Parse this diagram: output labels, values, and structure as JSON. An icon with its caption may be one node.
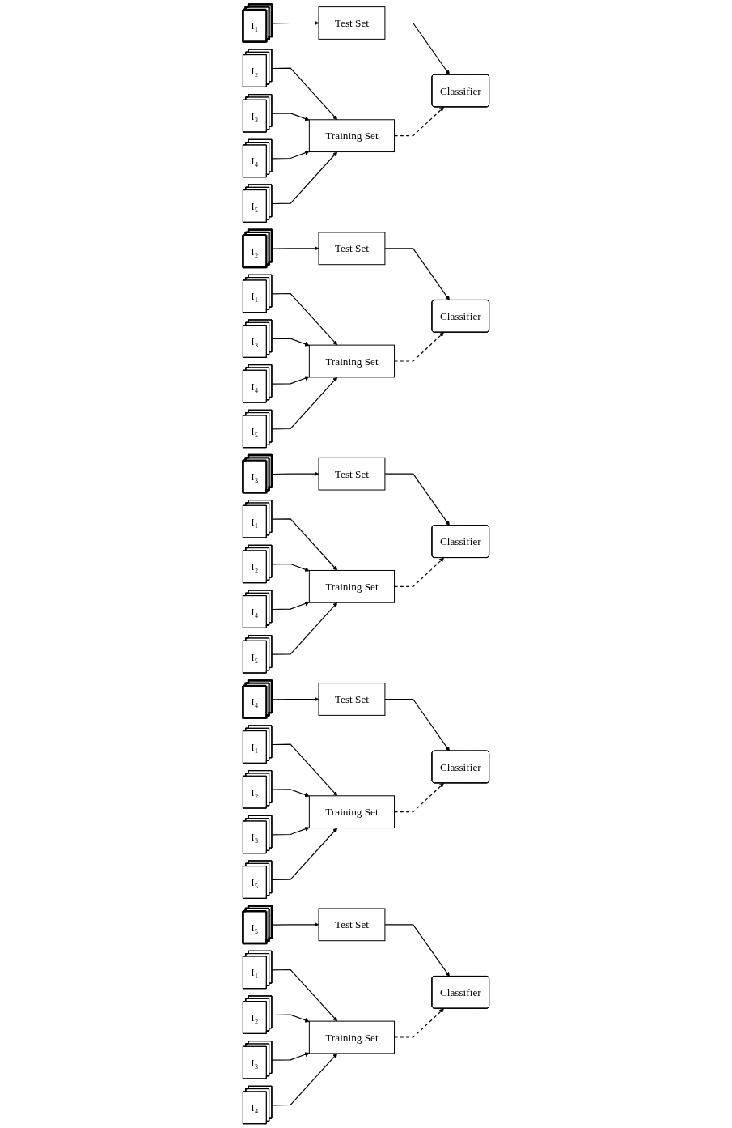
{
  "diagram": {
    "nodes": [
      {
        "text": [
          "I₁"
        ]
      },
      {
        "text": [
          "I₂"
        ]
      },
      {
        "text": [
          "I₃"
        ]
      },
      {
        "text": [
          "I₄"
        ]
      },
      {
        "text": [
          "I₅"
        ]
      },
      {
        "text": [
          "Test Set"
        ]
      },
      {
        "text": [
          "Training Set"
        ]
      },
      {
        "text": [
          "Classifier"
        ]
      },
      {
        "text": [
          "I₁"
        ]
      },
      {
        "text": [
          "I₂"
        ]
      },
      {
        "text": [
          "I₃"
        ]
      },
      {
        "text": [
          "I₄"
        ]
      },
      {
        "text": [
          "I₅"
        ]
      },
      {
        "text": [
          "Test Set"
        ]
      },
      {
        "text": [
          "Training Set"
        ]
      },
      {
        "text": [
          "Classifier"
        ]
      },
      {
        "text": [
          "I₁"
        ]
      },
      {
        "text": [
          "I₂"
        ]
      },
      {
        "text": [
          "I₃"
        ]
      },
      {
        "text": [
          "I₄"
        ]
      },
      {
        "text": [
          "I₅"
        ]
      },
      {
        "text": [
          "Test Set"
        ]
      },
      {
        "text": [
          "Training Set"
        ]
      },
      {
        "text": [
          "Classifier"
        ]
      },
      {
        "text": [
          "I₁"
        ]
      },
      {
        "text": [
          "I₂"
        ]
      },
      {
        "text": [
          "I₃"
        ]
      },
      {
        "text": [
          "I₄"
        ]
      },
      {
        "text": [
          "I₅"
        ]
      },
      {
        "text": [
          "Test Set"
        ]
      },
      {
        "text": [
          "Training Set"
        ]
      },
      {
        "text": [
          "Classifier"
        ]
      },
      {
        "text": [
          "I₁"
        ]
      },
      {
        "text": [
          "I₂"
        ]
      },
      {
        "text": [
          "I₃"
        ]
      },
      {
        "text": [
          "I₄"
        ]
      },
      {
        "text": [
          "I₅"
        ]
      },
      {
        "text": [
          "Test Set"
        ]
      },
      {
        "text": [
          "Training Set"
        ]
      },
      {
        "text": [
          "Classifier"
        ]
      }
    ],
    "edges": [
      {
        "from": 0,
        "to": 5,
        "arrow": "to"
      },
      {
        "from": 1,
        "to": 6,
        "arrow": "to"
      },
      {
        "from": 2,
        "to": 6,
        "arrow": "to"
      },
      {
        "from": 3,
        "to": 6,
        "arrow": "to"
      },
      {
        "from": 4,
        "to": 6,
        "arrow": "to"
      },
      {
        "from": 5,
        "to": 7,
        "arrow": "to"
      },
      {
        "from": 6,
        "to": 7,
        "arrow": "to",
        "style": "dashed"
      },
      {
        "from": 9,
        "to": 13,
        "arrow": "to"
      },
      {
        "from": 8,
        "to": 14,
        "arrow": "to"
      },
      {
        "from": 10,
        "to": 14,
        "arrow": "to"
      },
      {
        "from": 11,
        "to": 14,
        "arrow": "to"
      },
      {
        "from": 12,
        "to": 14,
        "arrow": "to"
      },
      {
        "from": 13,
        "to": 15,
        "arrow": "to"
      },
      {
        "from": 14,
        "to": 15,
        "arrow": "to",
        "style": "dashed"
      },
      {
        "from": 18,
        "to": 21,
        "arrow": "to"
      },
      {
        "from": 16,
        "to": 22,
        "arrow": "to"
      },
      {
        "from": 17,
        "to": 22,
        "arrow": "to"
      },
      {
        "from": 19,
        "to": 22,
        "arrow": "to"
      },
      {
        "from": 20,
        "to": 22,
        "arrow": "to"
      },
      {
        "from": 21,
        "to": 23,
        "arrow": "to"
      },
      {
        "from": 22,
        "to": 23,
        "arrow": "to",
        "style": "dashed"
      },
      {
        "from": 27,
        "to": 29,
        "arrow": "to"
      },
      {
        "from": 24,
        "to": 30,
        "arrow": "to"
      },
      {
        "from": 25,
        "to": 30,
        "arrow": "to"
      },
      {
        "from": 26,
        "to": 30,
        "arrow": "to"
      },
      {
        "from": 28,
        "to": 30,
        "arrow": "to"
      },
      {
        "from": 29,
        "to": 31,
        "arrow": "to"
      },
      {
        "from": 30,
        "to": 31,
        "arrow": "to",
        "style": "dashed"
      },
      {
        "from": 36,
        "to": 37,
        "arrow": "to"
      },
      {
        "from": 32,
        "to": 38,
        "arrow": "to"
      },
      {
        "from": 33,
        "to": 38,
        "arrow": "to"
      },
      {
        "from": 34,
        "to": 38,
        "arrow": "to"
      },
      {
        "from": 35,
        "to": 38,
        "arrow": "to"
      },
      {
        "from": 37,
        "to": 39,
        "arrow": "to"
      },
      {
        "from": 38,
        "to": 39,
        "arrow": "to",
        "style": "dashed"
      }
    ]
  }
}
